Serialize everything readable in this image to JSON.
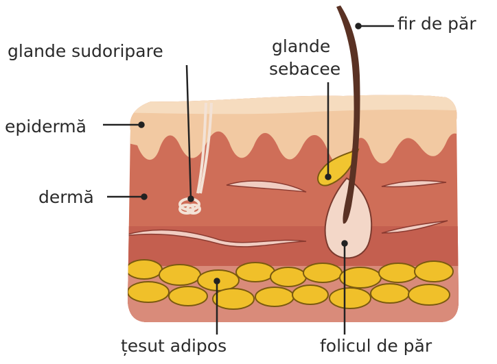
{
  "labels": {
    "hair_shaft": "fir de păr",
    "sweat_glands": "glande sudoripare",
    "sebaceous_line1": "glande",
    "sebaceous_line2": "sebacee",
    "epidermis": "epidermă",
    "dermis": "dermă",
    "adipose_tissue": "țesut adipos",
    "hair_follicle": "folicul de păr"
  },
  "colors": {
    "epidermis": "#f2c9a2",
    "dermis": "#cf6e58",
    "dermis_dark": "#b9564a",
    "fat_cell": "#f0c02a",
    "fat_outline": "#8a6a10",
    "hair": "#5a3224",
    "sebaceous": "#f1c530",
    "follicle": "#f3d7c8",
    "leader_line": "#222222"
  }
}
